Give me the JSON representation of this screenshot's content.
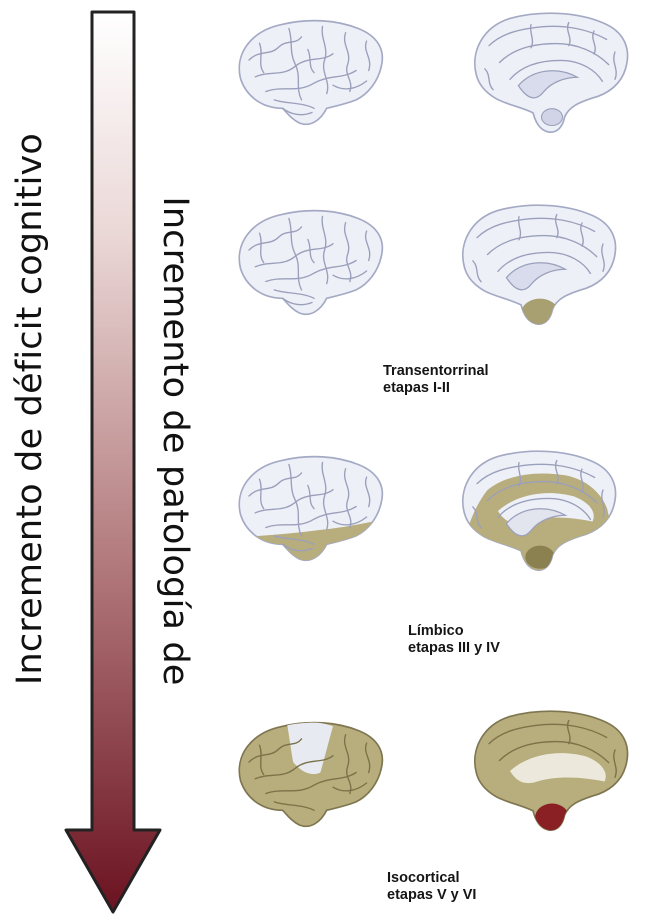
{
  "axis_labels": {
    "cognitive": "Incremento de déficit cognitivo",
    "pathology": "Incremento de patología de"
  },
  "stages": [
    {
      "name": "",
      "range": ""
    },
    {
      "name": "Transentorrinal",
      "range": "etapas I-II"
    },
    {
      "name": "Límbico",
      "range": "etapas III y IV"
    },
    {
      "name": "Isocortical",
      "range": "etapas V y VI"
    }
  ],
  "colors": {
    "arrow_top": "#ffffff",
    "arrow_bottom": "#6b1220",
    "healthy_tissue": "#eef0f8",
    "affected_tissue": "#b8ad7c",
    "dense_pathology": "#8a1f24"
  }
}
